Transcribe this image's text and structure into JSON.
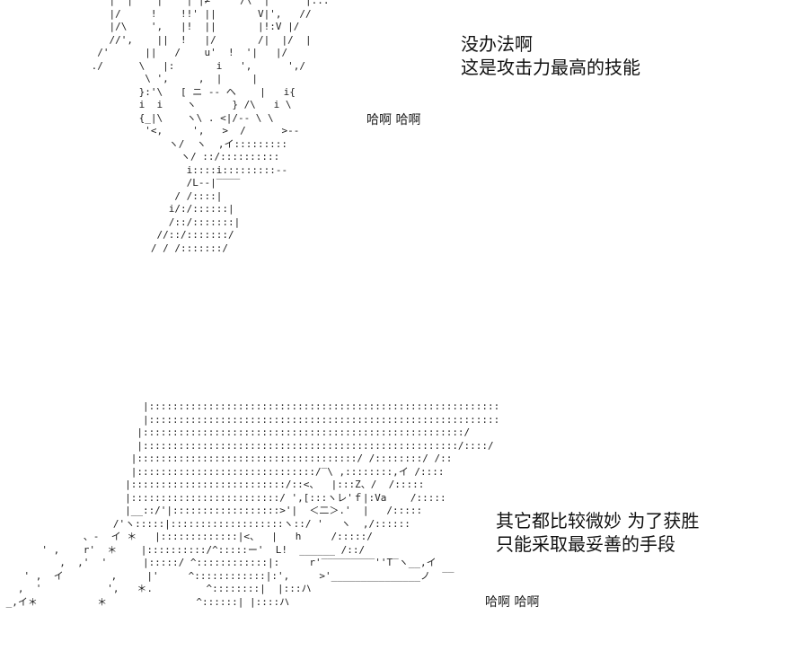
{
  "captions": {
    "top": {
      "line1": "没办法啊",
      "line2": "这是攻击力最高的技能"
    },
    "bottom": {
      "line1": "其它都比较微妙 为了获胜",
      "line2": "只能采取最妥善的手段"
    }
  },
  "sfx": {
    "top": "哈啊 哈啊",
    "bottom": "哈啊 哈啊"
  },
  "art": {
    "top": "    |  |    |    | |≠     /\\  |      |:::\n    |/     !    !!' ||       V|',   //\n    |/\\    ',   |!  ||       |!:V |/\n    //',    ||  !   |/       /|  |/  |\n  /'      ||   /    u'  !  '|   |/\n ./      \\   |:       i   ',      ',/\n          \\ ',     ,  |     |\n         }:'\\   [ ニ -- ヘ    |   i{\n         i  i    ヽ      } /\\   i \\\n         {_|\\    ヽ\\ . <|/-- \\ \\\n          '<,     ',   >  /      >--\n              ヽ/  ヽ  ,イ:::::::::\n                ヽ/ ::/::::::::::\n                 i::::i:::::::::--\n                 /L--|‾‾‾‾\n               / /::::|\n              i/:/::::::|\n              /::/:::::::|\n            //::/:::::::/\n           / / /:::::::/",
    "bottom": "                        |:::::::::::::::::::::::::::::::::::::::::::::::::::::::::::\n                        |:::::::::::::::::::::::::::::::::::::::::::::::::::::::::::\n                       |::::::::::::::::::::::::::::::::::::::::::::::::::::::/\n                       |:::::::::::::::::::::::::::::::::::::::::::::::::::::/::::/\n                      |:::::::::::::::::::::::::::::::::::::/ /::::::::/ /::\n                      |::::::::::::::::::::::::::::::/‾\\ ,::::::::,イ /::::\n                     |::::::::::::::::::::::::::/::<、  |:::Z、/  /:::::\n                     |:::::::::::::::::::::::::/ ',[:::ヽレ'ｆ|:Va    /:::::\n                     |__::/'|::::::::::::::::::>'|  ＜二＞.'  |   /:::::\n                   /'ヽ:::::|:::::::::::::::::::ヽ::/ '   ヽ  ,/::::::\n              、-  イ ＊   |:::::::::::::|<、  |   h     /:::::/\n       ' ,    r'  ＊    |::::::::::/^:::::ー'  L!  ______ /::/\n          ,  ,'  '      |:::::/ ^::::::::::::|:     r'‾‾‾‾‾‾‾‾‾''T‾ヽ__,イ\n    ' ,  イ        ,     |'     ^::::::::::::|:',     >'_______________ノ  ‾‾\n   ,  '           ',   ＊.         ^::::::::|  |:::ハ\n _,イ＊          ＊               ^::::::| |::::ハ"
  }
}
